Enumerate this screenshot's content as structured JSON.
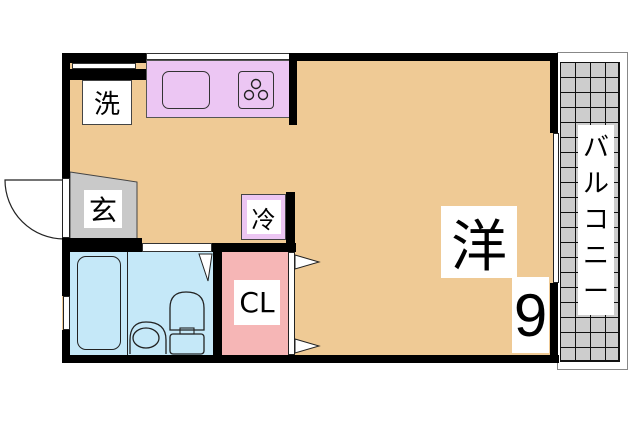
{
  "floorplan": {
    "colors": {
      "wall": "#000000",
      "western_room": "#efca95",
      "kitchen": "#ecc6f3",
      "genkan": "#c9c9c9",
      "bathroom": "#c5e8f8",
      "closet": "#f6b6b6",
      "balcony": "#cdcdcd",
      "label_bg": "#ffffff"
    },
    "rooms": {
      "western_room": {
        "label": "洋",
        "size": "9"
      },
      "washer": {
        "label": "洗"
      },
      "genkan": {
        "label": "玄"
      },
      "fridge": {
        "label": "冷"
      },
      "closet": {
        "label": "CL"
      },
      "balcony": {
        "label_chars": [
          "バ",
          "ル",
          "コ",
          "ニ",
          "ー"
        ]
      }
    },
    "fixtures": [
      "kitchen-sink",
      "three-burner-stove",
      "bathtub",
      "washbasin",
      "toilet",
      "entry-door"
    ]
  }
}
